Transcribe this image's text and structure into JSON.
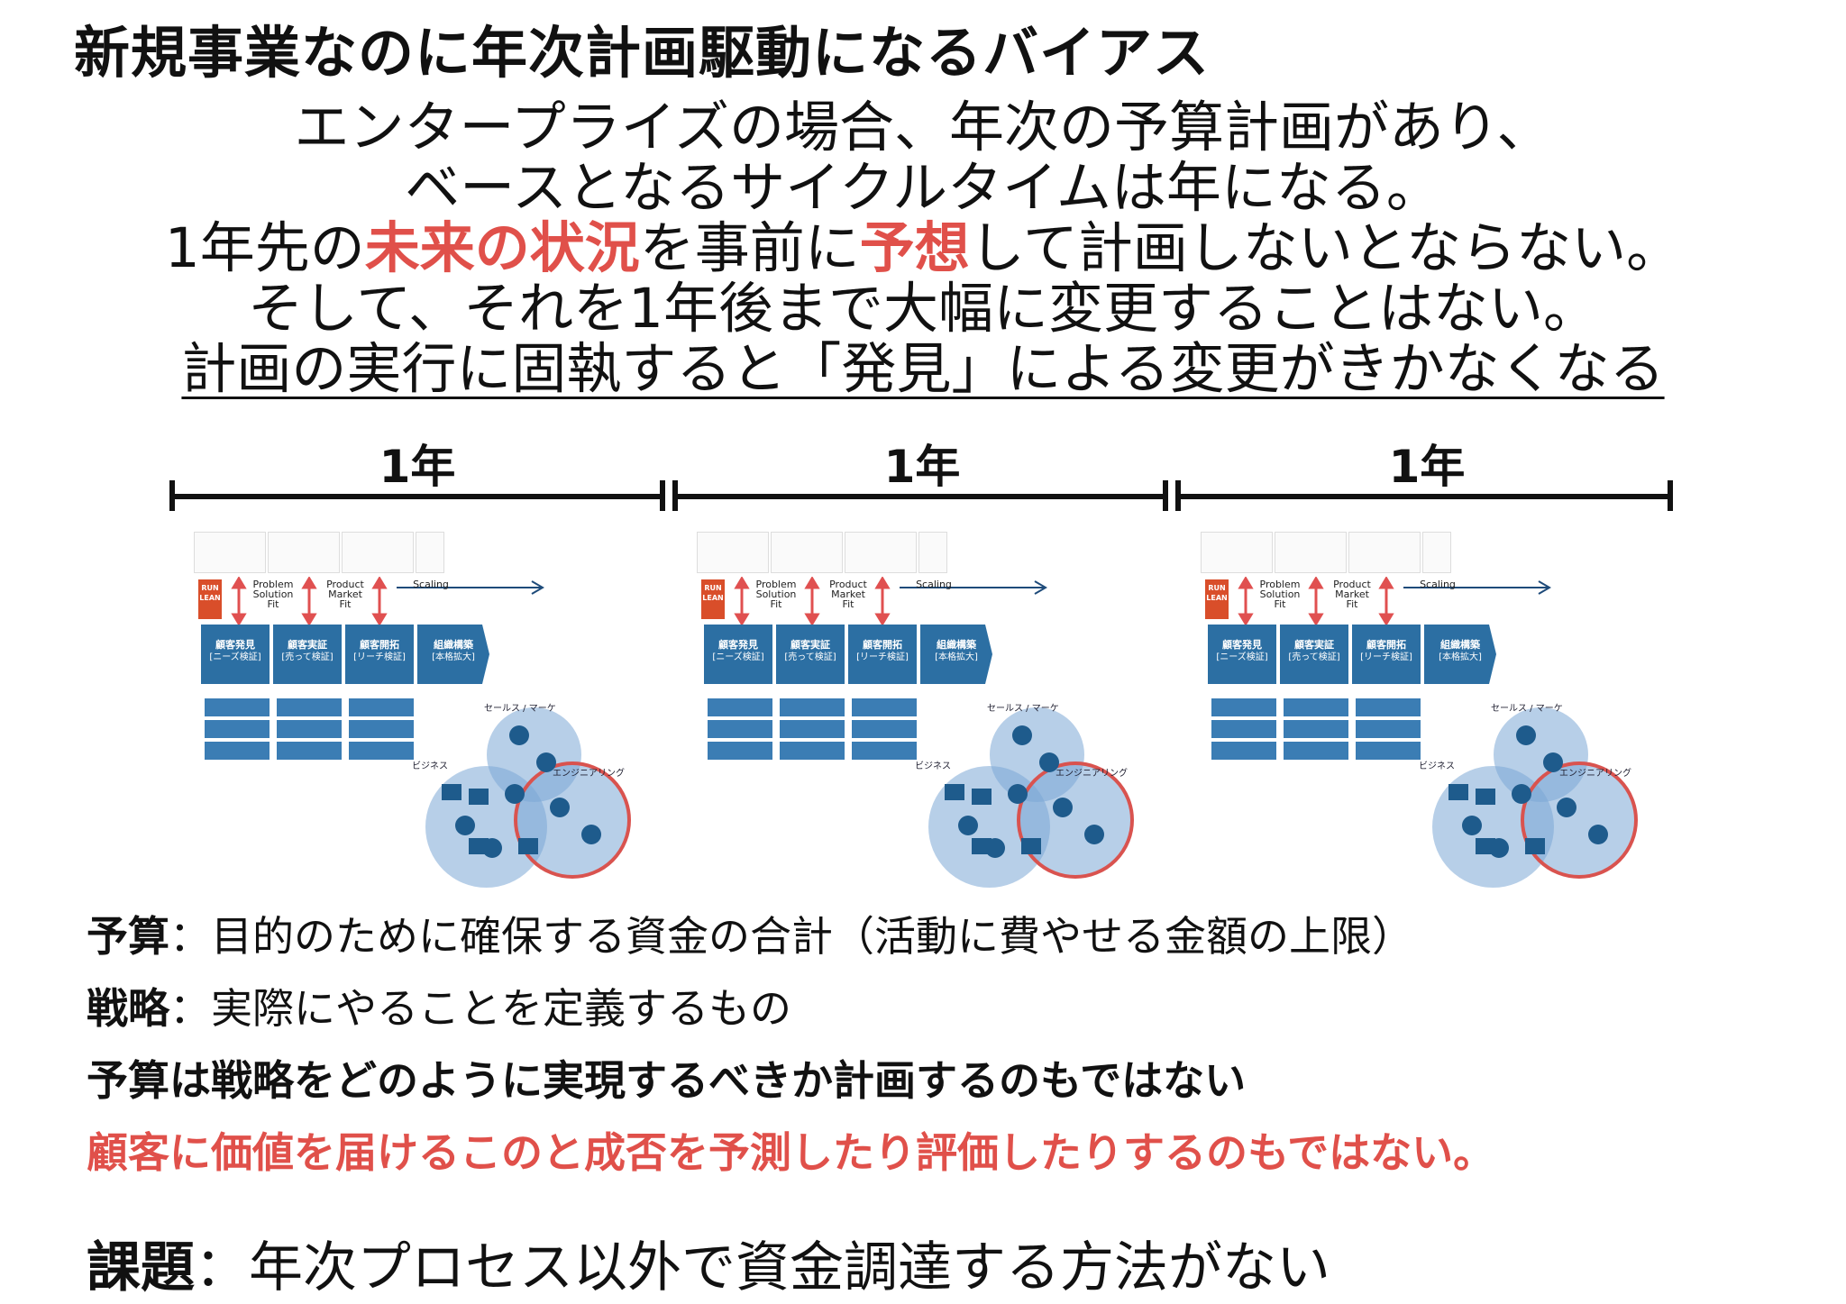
{
  "title": "新規事業なのに年次計画駆動になるバイアス",
  "intro": {
    "line1": "エンタープライズの場合、年次の予算計画があり、",
    "line2": "ベースとなるサイクルタイムは年になる。",
    "line3_a": "1年先の",
    "line3_red1": "未来の状況",
    "line3_b": "を事前に",
    "line3_red2": "予想",
    "line3_c": "して計画しないとならない。",
    "line4": "そして、それを1年後まで大幅に変更することはない。",
    "line5": "計画の実行に固執すると「発見」による変更がきかなくなる"
  },
  "periods": [
    "1年",
    "1年",
    "1年"
  ],
  "diagram": {
    "fit_labels": [
      "Problem\nSolution\nFit",
      "Product\nMarket\nFit",
      "Scaling"
    ],
    "phases": [
      {
        "name": "顧客発見",
        "sub": "[ニーズ検証]"
      },
      {
        "name": "顧客実証",
        "sub": "[売って検証]"
      },
      {
        "name": "顧客開拓",
        "sub": "[リーチ検証]"
      },
      {
        "name": "組織構築",
        "sub": "[本格拡大]"
      }
    ],
    "circle_labels": [
      "セールス / マーケ",
      "ビジネス",
      "エンジニアリング"
    ]
  },
  "definitions": [
    {
      "term": "予算",
      "desc": "：目的のために確保する資金の合計（活動に費やせる金額の上限）"
    },
    {
      "term": "戦略",
      "desc": "：実際にやることを定義するもの"
    }
  ],
  "statement1": "予算は戦略をどのように実現するべきか計画するのもではない",
  "statement2": "顧客に価値を届けるこのと成否を予測したり評価したりするのもではない。",
  "issue": {
    "term": "課題",
    "desc": "：年次プロセス以外で資金調達する方法がない"
  },
  "colors": {
    "accent_red": "#e0504a",
    "phase_blue": "#2c6fa3"
  }
}
